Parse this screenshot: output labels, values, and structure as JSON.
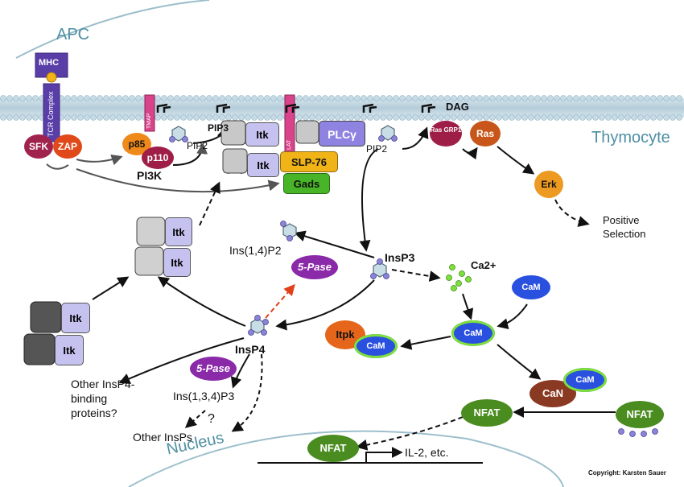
{
  "compartments": {
    "apc": "APC",
    "thymocyte": "Thymocyte",
    "nucleus": "Nucleus"
  },
  "receptor": {
    "mhc": "MHC",
    "tcr": "TCR Complex",
    "sfk": "SFK",
    "zap": "ZAP"
  },
  "pi3k": {
    "p85": "p85",
    "p110": "p110",
    "tmap": "TMAP",
    "label": "PI3K"
  },
  "lipids": {
    "pip2_a": "PIP2",
    "pip3": "PIP3",
    "pip2_b": "PIP2",
    "dag": "DAG"
  },
  "membrane_complex": {
    "itk_1": "Itk",
    "itk_2": "Itk",
    "lat": "LAT",
    "plcg": "PLCγ",
    "slp76": "SLP-76",
    "gads": "Gads"
  },
  "ras_pathway": {
    "rasgrp1": "Ras GRP1",
    "ras": "Ras",
    "erk": "Erk",
    "outcome": "Positive Selection"
  },
  "cytosol": {
    "itk_upper_1": "Itk",
    "itk_upper_2": "Itk",
    "itk_lower_1": "Itk",
    "itk_lower_2": "Itk",
    "ins14p2": "Ins(1,4)P2",
    "pase_top": "5-Pase",
    "insp3": "InsP3",
    "ca": "Ca2+",
    "cam_free": "CaM",
    "cam_center": "CaM",
    "itpk": "Itpk",
    "cam_itpk": "CaM",
    "insp4": "InsP4",
    "pase_bottom": "5-Pase",
    "ins134p3": "Ins(1,3,4)P3",
    "question": "?",
    "other_binding": "Other InsP4-binding proteins?",
    "other_insps": "Other InsPs",
    "can": "CaN",
    "cam_can": "CaM",
    "nfat_cyto": "NFAT",
    "nfat_phos": "NFAT",
    "nfat_nuc": "NFAT",
    "il2": "IL-2, etc."
  },
  "credit": "Copyright: Karsten Sauer",
  "colors": {
    "membrane": "#b7d0dc",
    "lipid_head": "#c6dbe5",
    "sfk": "#a0234e",
    "zap": "#e04a1b",
    "p85": "#ef8a1a",
    "p110": "#9e1e48",
    "tmap": "#d8438a",
    "itk_box": "#c6c2f0",
    "plcg": "#8e83e0",
    "slp76": "#f0b418",
    "gads": "#48b428",
    "rasgrp1": "#9e1e48",
    "ras": "#c8561b",
    "erk": "#ec9a22",
    "pase": "#8a2aa8",
    "cam": "#2a50e0",
    "itpk": "#e5661b",
    "can": "#8a3a22",
    "nfat": "#4a8c1f",
    "ca": "#7ee03a"
  }
}
